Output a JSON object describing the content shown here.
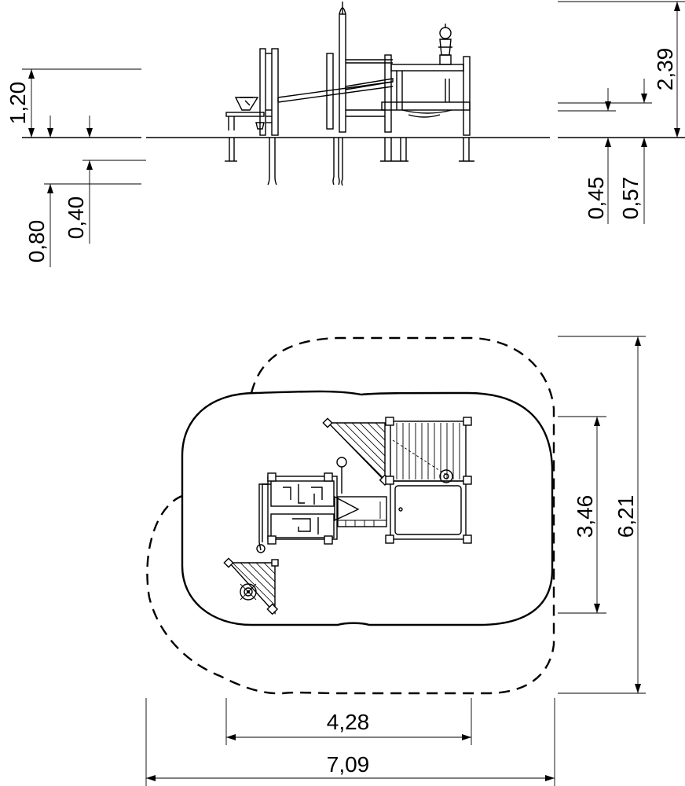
{
  "elevation": {
    "dims_left": [
      "1,20",
      "0,80",
      "0,40"
    ],
    "dims_right": [
      "2,39",
      "0,45",
      "0,57"
    ]
  },
  "plan": {
    "dims_right": [
      "3,46",
      "6,21"
    ],
    "dims_bottom": [
      "4,28",
      "7,09"
    ]
  }
}
